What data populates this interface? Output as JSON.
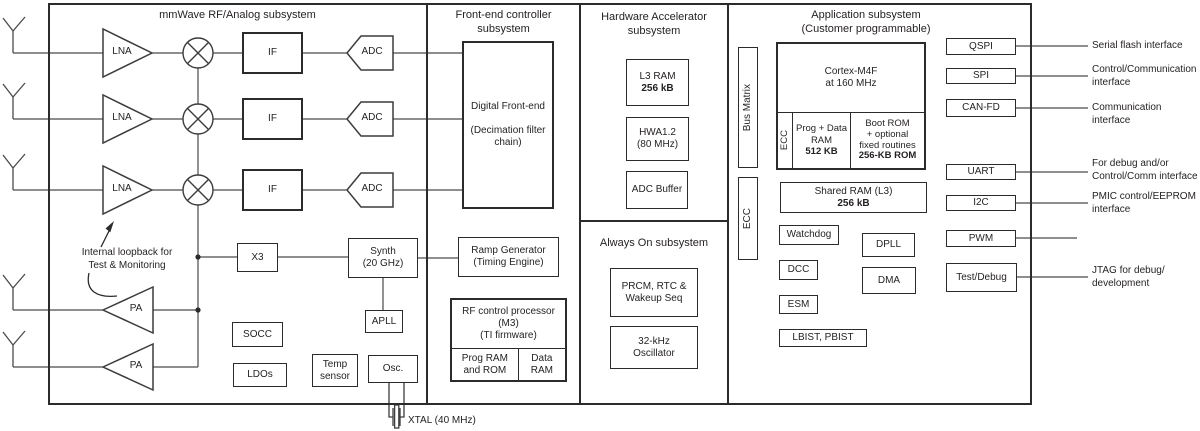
{
  "subsystem_titles": {
    "rf": "mmWave RF/Analog subsystem",
    "front_end": "Front-end controller\nsubsystem",
    "hwa": "Hardware Accelerator\nsubsystem",
    "always_on": "Always On subsystem",
    "app": "Application subsystem\n(Customer programmable)"
  },
  "rf": {
    "rx_chains": [
      {
        "lna": "LNA",
        "if": "IF",
        "adc": "ADC"
      },
      {
        "lna": "LNA",
        "if": "IF",
        "adc": "ADC"
      },
      {
        "lna": "LNA",
        "if": "IF",
        "adc": "ADC"
      }
    ],
    "tx_chains": [
      {
        "pa": "PA"
      },
      {
        "pa": "PA"
      }
    ],
    "loopback_note": "Internal loopback for\nTest & Monitoring",
    "x3": "X3",
    "synth": "Synth\n(20 GHz)",
    "apll": "APLL",
    "socc": "SOCC",
    "ldos": "LDOs",
    "temp_sensor": "Temp\nsensor",
    "osc": "Osc.",
    "xtal": "XTAL (40 MHz)"
  },
  "front_end": {
    "dfe": "Digital Front-end\n\n(Decimation filter\nchain)",
    "ramp_generator": "Ramp Generator\n(Timing Engine)",
    "rf_processor": "RF control processor\n(M3)\n(TI firmware)",
    "prog_ram": "Prog RAM\nand ROM",
    "data_ram": "Data\nRAM"
  },
  "hwa": {
    "l3_ram": "L3 RAM",
    "l3_ram_size": "256 kB",
    "accelerator": "HWA1.2\n(80 MHz)",
    "adc_buffer": "ADC Buffer"
  },
  "always_on": {
    "prcm": "PRCM, RTC &\nWakeup Seq",
    "osc_32k": "32-kHz\nOscillator"
  },
  "app": {
    "bus_matrix": "Bus Matrix",
    "ecc_bus": "ECC",
    "cortex": "Cortex-M4F\nat 160 MHz",
    "ecc_mem": "ECC",
    "prog_data_ram": "Prog + Data\nRAM",
    "prog_data_ram_size": "512 KB",
    "boot_rom": "Boot ROM\n+ optional\nfixed routines",
    "boot_rom_size": "256-KB ROM",
    "shared_ram": "Shared RAM (L3)",
    "shared_ram_size": "256 kB",
    "watchdog": "Watchdog",
    "dpll": "DPLL",
    "dcc": "DCC",
    "dma": "DMA",
    "esm": "ESM",
    "lbist_pbist": "LBIST, PBIST"
  },
  "peripherals": [
    {
      "name": "QSPI",
      "label": "Serial flash interface"
    },
    {
      "name": "SPI",
      "label": "Control/Communication\ninterface"
    },
    {
      "name": "CAN-FD",
      "label": "Communication interface"
    },
    {
      "name": "UART",
      "label": "For debug and/or\nControl/Comm interface"
    },
    {
      "name": "I2C",
      "label": "PMIC control/EEPROM\ninterface"
    },
    {
      "name": "PWM",
      "label": ""
    },
    {
      "name": "Test/Debug",
      "label": "JTAG for debug/\ndevelopment"
    }
  ]
}
